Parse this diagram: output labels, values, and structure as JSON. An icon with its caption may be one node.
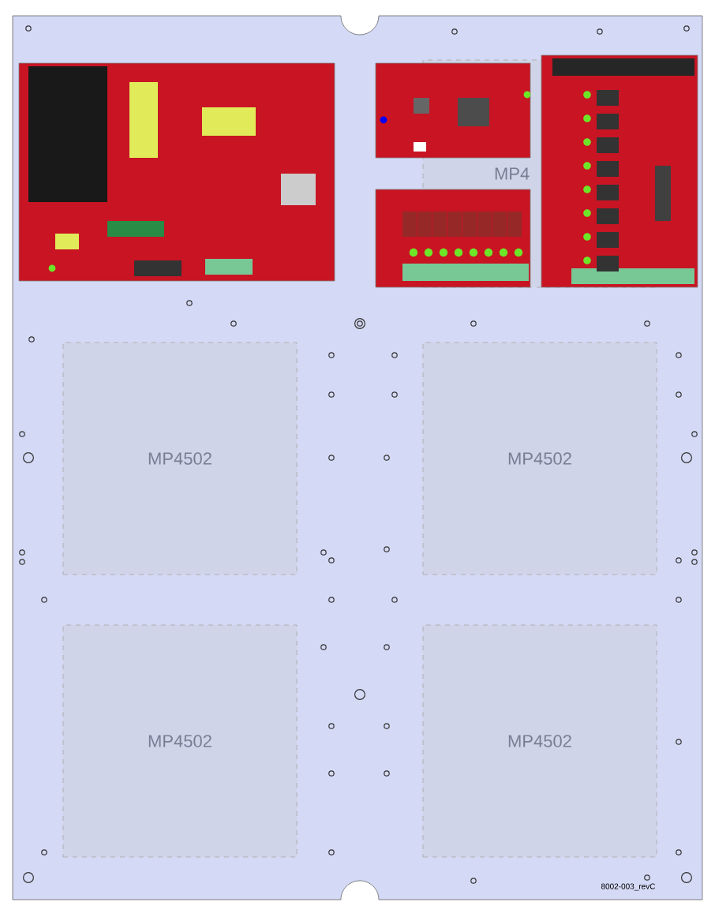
{
  "diagram": {
    "nodes": [
      {
        "text": [
          "MP4"
        ]
      },
      {
        "text": [
          "MP4502"
        ]
      },
      {
        "text": [
          "MP4502"
        ]
      },
      {
        "text": [
          "MP4502"
        ]
      },
      {
        "text": [
          "MP4502"
        ]
      }
    ],
    "labels": [
      "8002-003_revC"
    ]
  }
}
